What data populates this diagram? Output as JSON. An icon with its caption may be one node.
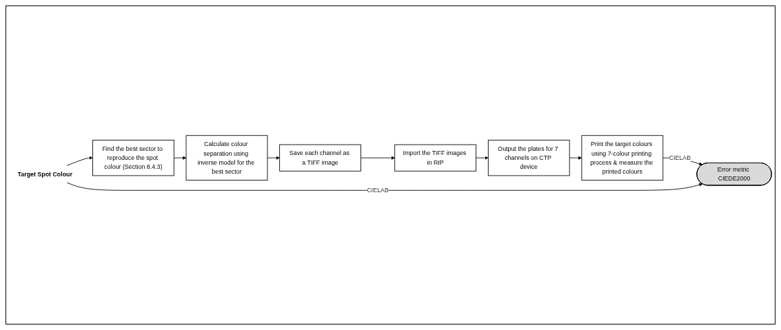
{
  "diagram": {
    "nodes": [
      {
        "text": [
          "Target Spot Colour"
        ]
      },
      {
        "text": [
          "Find the best sector to reproduce the spot colour (Section 8.4.3)"
        ]
      },
      {
        "text": [
          "Calculate colour separation using inverse model for the best sector"
        ]
      },
      {
        "text": [
          "Save each channel as a TIFF image"
        ]
      },
      {
        "text": [
          "Import the TIFF images in RIP"
        ]
      },
      {
        "text": [
          "Output the plates for 7 channels on CTP device"
        ]
      },
      {
        "text": [
          "Print the target colours using 7-colour printing process & measure the printed colours"
        ]
      },
      {
        "text": [
          "Error metric CIEDE2000"
        ]
      }
    ],
    "edges": [
      {
        "from": 0,
        "to": 1,
        "arrow": "to"
      },
      {
        "from": 1,
        "to": 2,
        "arrow": "to"
      },
      {
        "from": 2,
        "to": 3,
        "arrow": "to"
      },
      {
        "from": 3,
        "to": 4,
        "arrow": "to"
      },
      {
        "from": 4,
        "to": 5,
        "arrow": "to"
      },
      {
        "from": 5,
        "to": 6,
        "arrow": "to"
      },
      {
        "from": 6,
        "to": 7,
        "arrow": "to",
        "label": "CIELAB"
      },
      {
        "from": 0,
        "to": 7,
        "arrow": "to",
        "label": "CIELAB"
      }
    ]
  }
}
